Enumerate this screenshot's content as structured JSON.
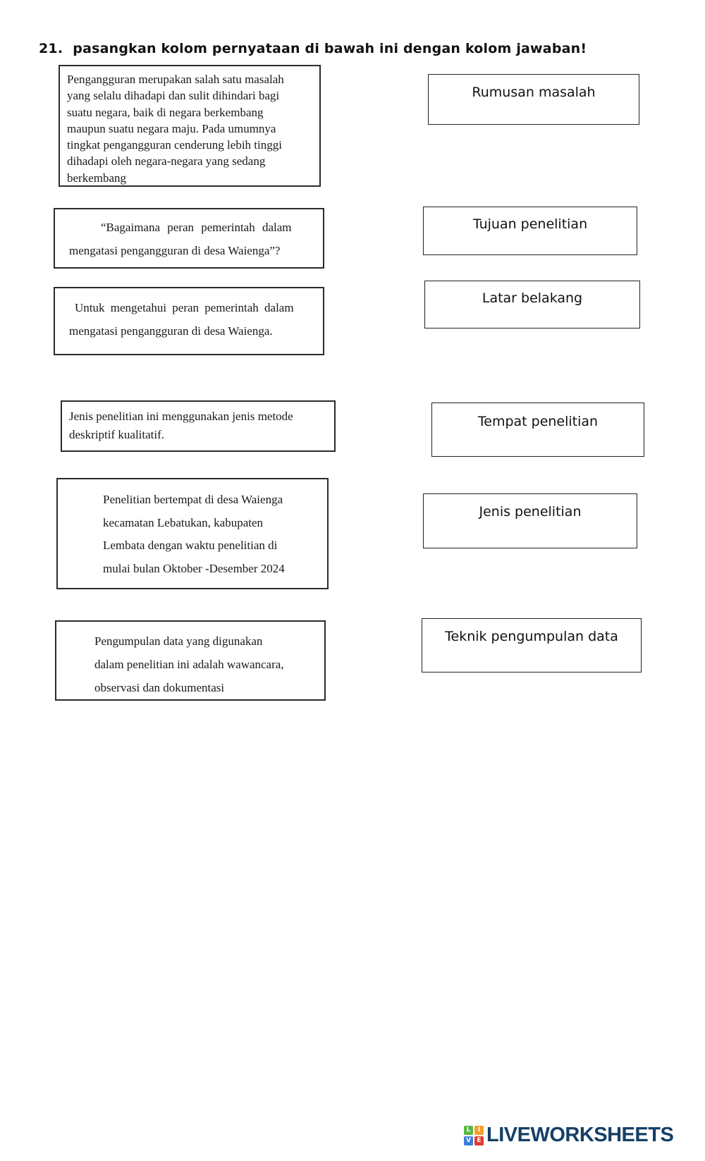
{
  "header": {
    "number": "21.",
    "title": "pasangkan kolom pernyataan di bawah ini dengan kolom jawaban!"
  },
  "statements": [
    {
      "name": "latar-belakang-statement",
      "lines": [
        "Pengangguran merupakan salah satu masalah",
        "yang selalu dihadapi dan sulit dihindari bagi",
        "suatu negara, baik di negara berkembang",
        "maupun suatu negara maju. Pada umumnya",
        "tingkat pengangguran cenderung lebih tinggi",
        "dihadapi oleh negara-negara yang sedang",
        "berkembang"
      ]
    },
    {
      "name": "rumusan-masalah-statement",
      "lines": [
        "“Bagaimana peran pemerintah dalam",
        "mengatasi pengangguran di desa Waienga”?"
      ]
    },
    {
      "name": "tujuan-penelitian-statement",
      "lines": [
        "Untuk mengetahui peran pemerintah dalam",
        "mengatasi pengangguran di desa Waienga."
      ]
    },
    {
      "name": "jenis-penelitian-statement",
      "lines": [
        "Jenis penelitian ini menggunakan jenis metode",
        "deskriptif kualitatif."
      ]
    },
    {
      "name": "tempat-penelitian-statement",
      "lines": [
        "Penelitian bertempat di desa Waienga",
        "kecamatan Lebatukan, kabupaten",
        "Lembata dengan waktu penelitian di",
        "mulai bulan Oktober -Desember 2024"
      ]
    },
    {
      "name": "teknik-pengumpulan-data-statement",
      "lines": [
        "Pengumpulan data  yang digunakan",
        "dalam penelitian ini adalah wawancara,",
        "observasi dan dokumentasi"
      ]
    }
  ],
  "answers": [
    {
      "label": "Rumusan masalah"
    },
    {
      "label": "Tujuan penelitian"
    },
    {
      "label": "Latar belakang"
    },
    {
      "label": "Tempat penelitian"
    },
    {
      "label": "Jenis penelitian"
    },
    {
      "label": "Teknik pengumpulan data"
    }
  ],
  "footer": {
    "brand": "LIVEWORKSHEETS",
    "brand_color": "#153f66",
    "icon": {
      "letters": [
        "L",
        "I",
        "V",
        "E"
      ],
      "colors": [
        "#58b947",
        "#f59e2c",
        "#3d7edb",
        "#e03c31"
      ]
    }
  }
}
